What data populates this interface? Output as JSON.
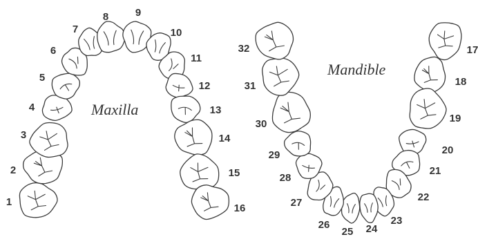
{
  "labels": {
    "maxilla": "Maxilla",
    "mandible": "Mandible"
  },
  "teeth": [
    {
      "number": "1",
      "arch": "maxilla",
      "kind": "molar"
    },
    {
      "number": "2",
      "arch": "maxilla",
      "kind": "molar"
    },
    {
      "number": "3",
      "arch": "maxilla",
      "kind": "molar"
    },
    {
      "number": "4",
      "arch": "maxilla",
      "kind": "premolar"
    },
    {
      "number": "5",
      "arch": "maxilla",
      "kind": "premolar"
    },
    {
      "number": "6",
      "arch": "maxilla",
      "kind": "canine"
    },
    {
      "number": "7",
      "arch": "maxilla",
      "kind": "incisor"
    },
    {
      "number": "8",
      "arch": "maxilla",
      "kind": "incisor"
    },
    {
      "number": "9",
      "arch": "maxilla",
      "kind": "incisor"
    },
    {
      "number": "10",
      "arch": "maxilla",
      "kind": "incisor"
    },
    {
      "number": "11",
      "arch": "maxilla",
      "kind": "canine"
    },
    {
      "number": "12",
      "arch": "maxilla",
      "kind": "premolar"
    },
    {
      "number": "13",
      "arch": "maxilla",
      "kind": "premolar"
    },
    {
      "number": "14",
      "arch": "maxilla",
      "kind": "molar"
    },
    {
      "number": "15",
      "arch": "maxilla",
      "kind": "molar"
    },
    {
      "number": "16",
      "arch": "maxilla",
      "kind": "molar"
    },
    {
      "number": "17",
      "arch": "mandible",
      "kind": "molar"
    },
    {
      "number": "18",
      "arch": "mandible",
      "kind": "molar"
    },
    {
      "number": "19",
      "arch": "mandible",
      "kind": "molar"
    },
    {
      "number": "20",
      "arch": "mandible",
      "kind": "premolar"
    },
    {
      "number": "21",
      "arch": "mandible",
      "kind": "premolar"
    },
    {
      "number": "22",
      "arch": "mandible",
      "kind": "canine"
    },
    {
      "number": "23",
      "arch": "mandible",
      "kind": "incisor"
    },
    {
      "number": "24",
      "arch": "mandible",
      "kind": "incisor"
    },
    {
      "number": "25",
      "arch": "mandible",
      "kind": "incisor"
    },
    {
      "number": "26",
      "arch": "mandible",
      "kind": "incisor"
    },
    {
      "number": "27",
      "arch": "mandible",
      "kind": "canine"
    },
    {
      "number": "28",
      "arch": "mandible",
      "kind": "premolar"
    },
    {
      "number": "29",
      "arch": "mandible",
      "kind": "premolar"
    },
    {
      "number": "30",
      "arch": "mandible",
      "kind": "molar"
    },
    {
      "number": "31",
      "arch": "mandible",
      "kind": "molar"
    },
    {
      "number": "32",
      "arch": "mandible",
      "kind": "molar"
    }
  ]
}
